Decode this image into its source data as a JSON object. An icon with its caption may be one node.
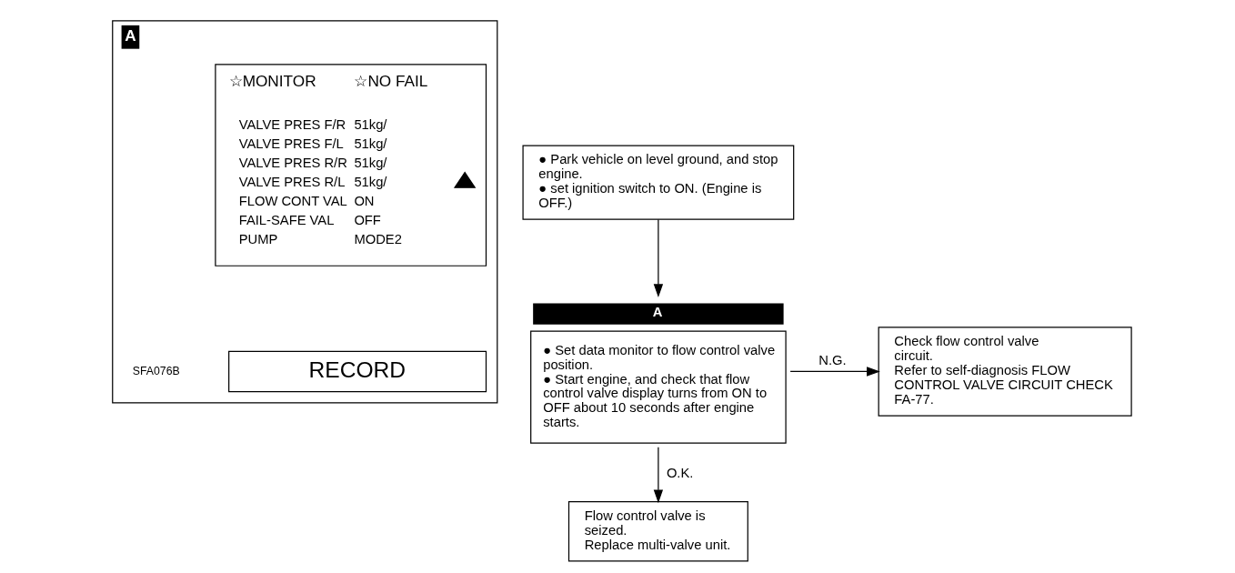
{
  "diagram": {
    "nodes": [
      {
        "text": [
          "A",
          "SFA076B"
        ]
      },
      {
        "text": [
          "☆MONITOR",
          "☆NO FAIL"
        ],
        "in": 0
      },
      {
        "text": [],
        "shape": "triangle",
        "in": 1
      },
      {
        "text": [
          "RECORD"
        ],
        "in": 0
      },
      {
        "text": [
          "● Park vehicle on level ground, and stop engine.",
          "● set ignition switch to ON. (Engine is OFF.)"
        ]
      },
      {
        "text": [
          "A",
          "● Set data monitor to flow control valve position.",
          "● Start engine, and check that flow control valve display turns from ON to OFF about 10 seconds after engine starts."
        ]
      },
      {
        "text": [
          "Check flow control valve circuit.",
          "Refer to self-diagnosis FLOW CONTROL VALVE CIRCUIT CHECK FA-77."
        ]
      },
      {
        "text": [
          "Flow control valve is seized.",
          "Replace multi-valve unit."
        ]
      }
    ],
    "edges": [
      {
        "from": 4,
        "to": 5,
        "arrow": "to"
      },
      {
        "from": 5,
        "to": 6,
        "arrow": "to",
        "label": "N.G."
      },
      {
        "from": 5,
        "to": 7,
        "arrow": "to",
        "label": "O.K."
      }
    ],
    "labels": [
      "VALVE PRES F/R",
      "51kg/",
      "VALVE PRES F/L",
      "51kg/",
      "VALVE PRES R/R",
      "51kg/",
      "VALVE PRES R/L",
      "51kg/",
      "FLOW CONT VAL",
      "ON",
      "FAIL-SAFE VAL",
      "OFF",
      "PUMP",
      "MODE2"
    ]
  }
}
